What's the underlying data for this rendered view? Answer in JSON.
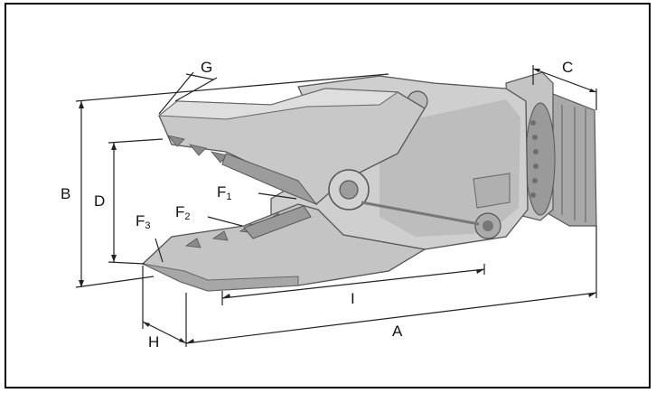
{
  "dimension_labels": {
    "A": "A",
    "B": "B",
    "C": "C",
    "D": "D",
    "G": "G",
    "H": "H",
    "I": "I"
  },
  "force_labels": {
    "F1": {
      "base": "F",
      "sub": "1"
    },
    "F2": {
      "base": "F",
      "sub": "2"
    },
    "F3": {
      "base": "F",
      "sub": "3"
    }
  },
  "colors": {
    "body_light": "#d7d7d7",
    "body_mid": "#b9b9b9",
    "body_dark": "#8e8e8e",
    "outline": "#555555",
    "dim_line": "#222222",
    "frame": "#000000"
  }
}
